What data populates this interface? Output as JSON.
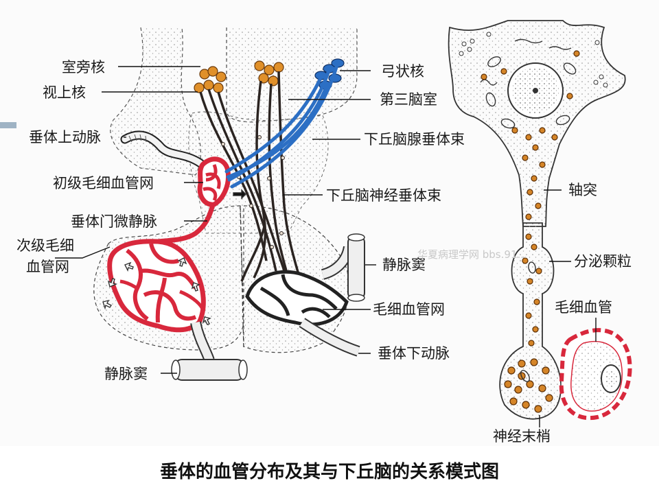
{
  "caption": "垂体的血管分布及其与下丘脑的关系模式图",
  "watermark": "华夏病理学网 bbs.91...",
  "labels": {
    "paraventricular_nucleus": "室旁核",
    "supraoptic_nucleus": "视上核",
    "superior_hypophyseal_artery": "垂体上动脉",
    "primary_capillary_plexus": "初级毛细血管网",
    "hypophyseal_portal_venules": "垂体门微静脉",
    "secondary_capillary_plexus_line1": "次级毛细",
    "secondary_capillary_plexus_line2": "血管网",
    "venous_sinus_left": "静脉窦",
    "arcuate_nucleus": "弓状核",
    "third_ventricle": "第三脑室",
    "tuberohypophyseal_tract": "下丘脑腺垂体束",
    "hypothalamo_neurohypophyseal_tract": "下丘脑神经垂体束",
    "venous_sinus_right": "静脉窦",
    "capillary_network": "毛细血管网",
    "inferior_hypophyseal_artery": "垂体下动脉",
    "axon": "轴突",
    "secretory_granules": "分泌颗粒",
    "capillary": "毛细血管",
    "nerve_terminal": "神经末梢"
  },
  "colors": {
    "vessel_red": "#d8283c",
    "neuron_blue": "#2c6fc4",
    "nucleus_orange": "#e0902a",
    "neuron_dark": "#2b2421",
    "stipple": "#9a9a9a",
    "accent_bar": "#9fb3c4"
  }
}
